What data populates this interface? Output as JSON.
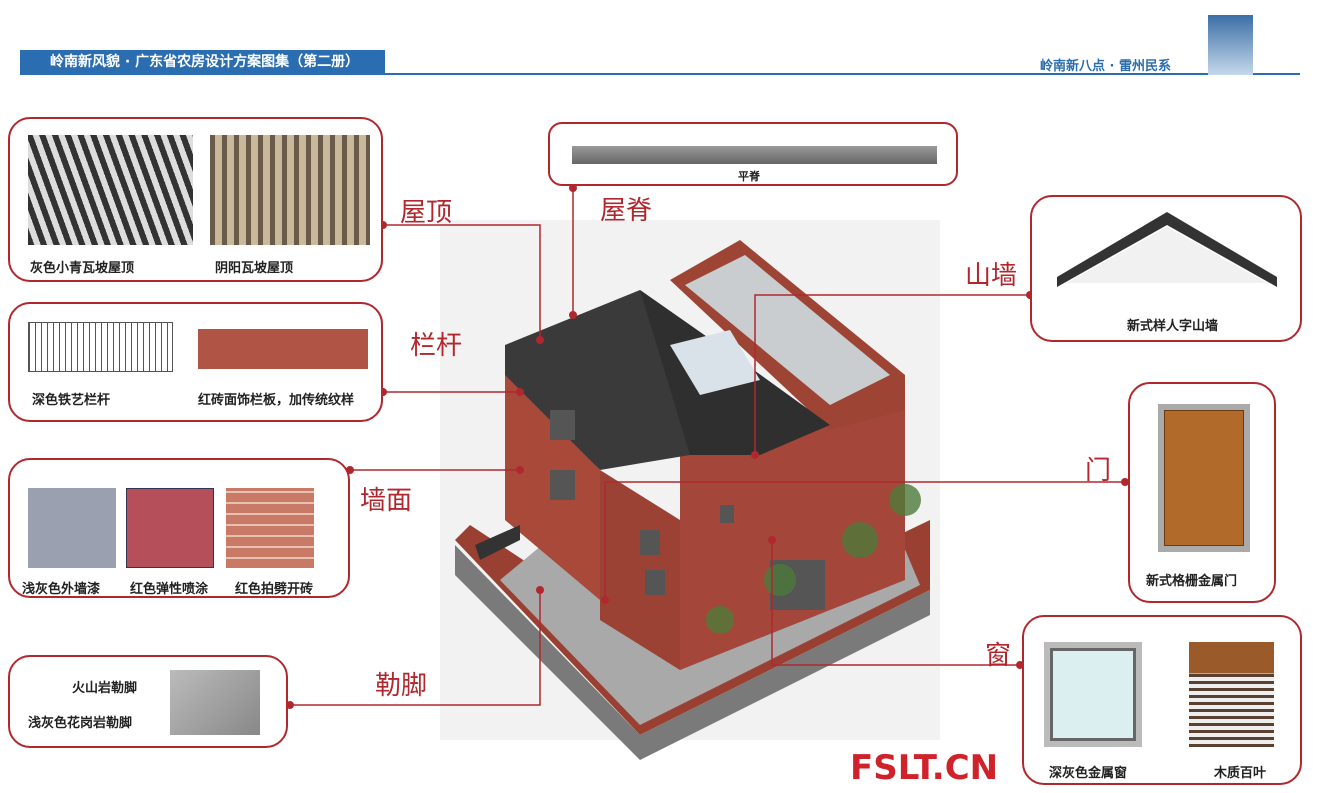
{
  "header": {
    "left_title": "岭南新风貌 · 广东省农房设计方案图集（第二册）",
    "right_title": "岭南新八点 · 雷州民系"
  },
  "callouts": {
    "roof": {
      "label": "屋顶",
      "items": [
        "灰色小青瓦坡屋顶",
        "阴阳瓦坡屋顶"
      ]
    },
    "ridge": {
      "label": "屋脊",
      "items": [
        "平脊"
      ]
    },
    "railing": {
      "label": "栏杆",
      "items": [
        "深色铁艺栏杆",
        "红砖面饰栏板，加传统纹样"
      ]
    },
    "wall": {
      "label": "墙面",
      "items": [
        "浅灰色外墙漆",
        "红色弹性喷涂",
        "红色拍劈开砖"
      ]
    },
    "base": {
      "label": "勒脚",
      "items": [
        "火山岩勒脚",
        "浅灰色花岗岩勒脚"
      ]
    },
    "gable": {
      "label": "山墙",
      "items": [
        "新式样人字山墙"
      ]
    },
    "door": {
      "label": "门",
      "items": [
        "新式格栅金属门"
      ]
    },
    "window": {
      "label": "窗",
      "items": [
        "深灰色金属窗",
        "木质百叶"
      ]
    }
  },
  "watermark": "FSLT.CN",
  "colors": {
    "accent": "#b0282e",
    "brand": "#2a6db0"
  }
}
